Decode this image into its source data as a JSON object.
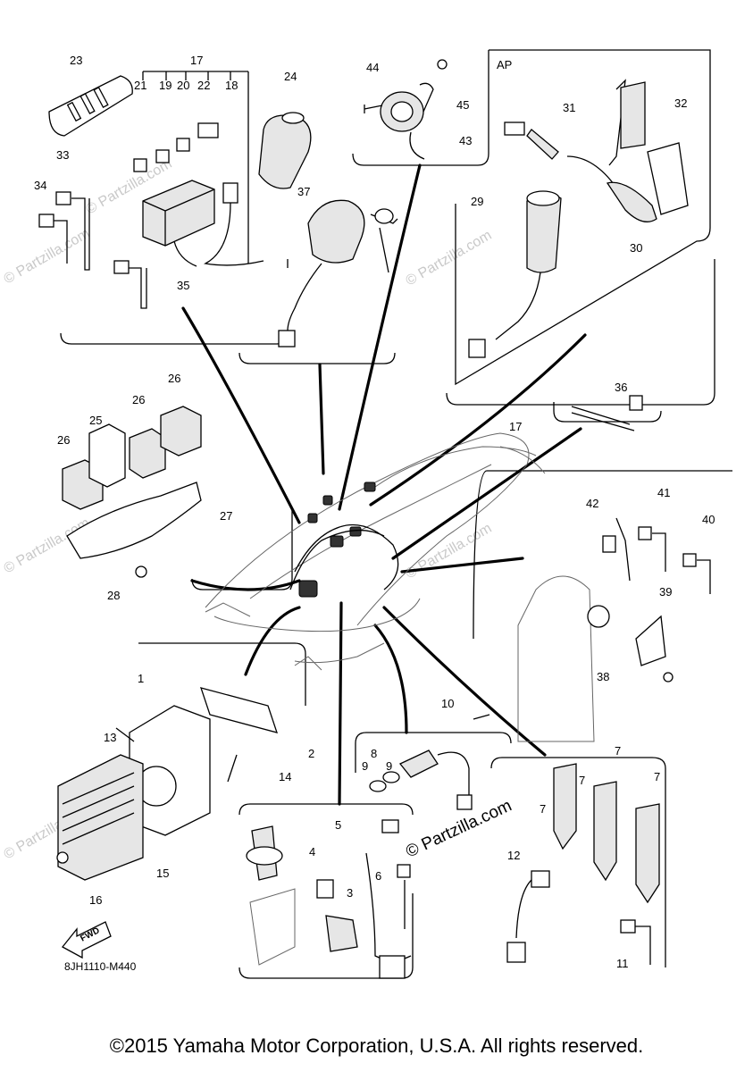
{
  "diagram": {
    "callouts": [
      "1",
      "2",
      "3",
      "4",
      "5",
      "6",
      "7",
      "7",
      "7",
      "7",
      "8",
      "9",
      "9",
      "10",
      "11",
      "12",
      "13",
      "14",
      "15",
      "16",
      "17",
      "17",
      "18",
      "19",
      "20",
      "21",
      "22",
      "23",
      "24",
      "25",
      "26",
      "26",
      "26",
      "27",
      "28",
      "29",
      "30",
      "31",
      "32",
      "33",
      "34",
      "35",
      "36",
      "37",
      "38",
      "39",
      "40",
      "41",
      "42",
      "43",
      "44",
      "45"
    ],
    "section_label": "AP",
    "diagram_code": "8JH1110-M440",
    "fwd_label": "FWD",
    "watermark": "© Partzilla.com",
    "watermark_faint": "© Partzilla.com",
    "copyright": "©2015 Yamaha Motor Corporation, U.S.A. All rights reserved."
  }
}
